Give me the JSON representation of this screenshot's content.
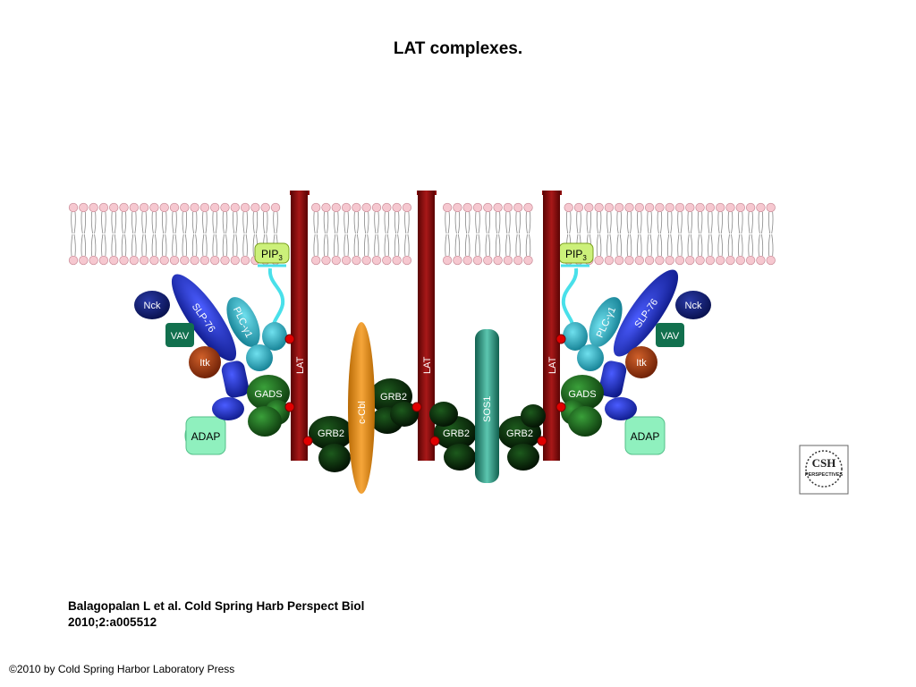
{
  "title": "LAT complexes.",
  "citation": {
    "line1": "Balagopalan L et al. Cold Spring Harb Perspect Biol",
    "line2": "2010;2:a005512"
  },
  "copyright": "©2010 by Cold Spring Harbor Laboratory Press",
  "logo": {
    "line1": "CSH",
    "line2": "PERSPECTIVES"
  },
  "labels": {
    "lat": "LAT",
    "pip3": "PIP",
    "pip3_sub": "3",
    "nck": "Nck",
    "slp76": "SLP-76",
    "plcg1": "PLC-γ1",
    "vav": "VAV",
    "itk": "Itk",
    "gads": "GADS",
    "adap": "ADAP",
    "grb2": "GRB2",
    "ccbl": "c-Cbl",
    "sos1": "SOS1"
  },
  "colors": {
    "membrane": "#f4c2cc",
    "lat": "#8b0a0a",
    "phospho": "#e00000",
    "pip3": "#ccf07a",
    "slp76": "#1c2db8",
    "nck": "#101c78",
    "plc": "#2bb5cc",
    "vav": "#12704e",
    "itk": "#a83a10",
    "gads": "#1e6e1e",
    "adap": "#8ff0be",
    "grb2": "#0c3a0c",
    "ccbl": "#e8900e",
    "sos1": "#2c9a86"
  }
}
